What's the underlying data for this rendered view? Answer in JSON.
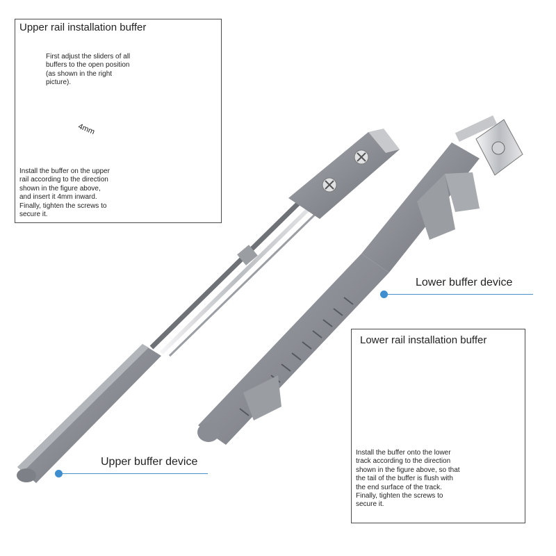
{
  "upper_panel": {
    "title": "Upper rail installation buffer",
    "note_adjust": "First adjust the sliders of all buffers to the open position (as shown in the right picture).",
    "gap_label": "4mm",
    "note_install": "Install the buffer on the upper rail according to the direction shown in the figure above, and insert it 4mm inward. Finally, tighten the screws to secure it."
  },
  "lower_panel": {
    "title": "Lower rail installation buffer",
    "note_install": "Install the buffer onto the lower track according to the direction shown in the figure above, so that the tail of the buffer is flush with the end surface of the track. Finally, tighten the screws to secure it."
  },
  "callouts": {
    "lower_device": "Lower buffer device",
    "upper_device": "Upper buffer device"
  },
  "colors": {
    "plastic": "#8d9096",
    "accent": "#3f8fd0",
    "metal": "#d7d9dc"
  }
}
